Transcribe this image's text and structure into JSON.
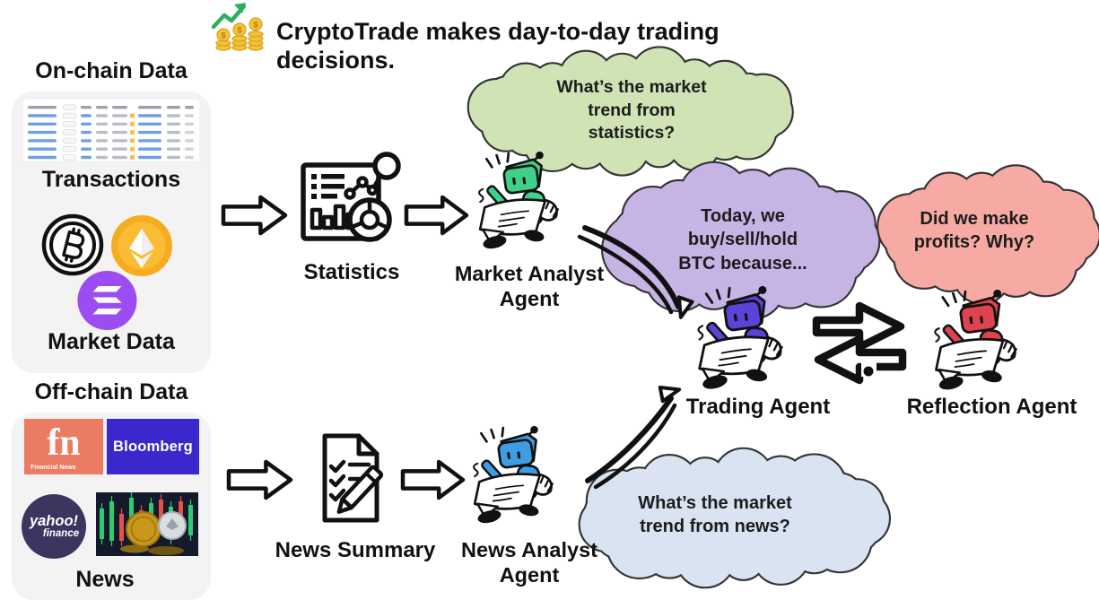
{
  "title": {
    "text": "CryptoTrade makes day-to-day trading decisions."
  },
  "on_chain": {
    "header": "On-chain Data",
    "transactions_label": "Transactions",
    "market_data_label": "Market Data"
  },
  "off_chain": {
    "header": "Off-chain Data",
    "news_label": "News",
    "logos": {
      "fn_text": "fn",
      "fn_caption": "Financial News",
      "bloomberg_text": "Bloomberg",
      "yahoo_text": "yahoo!",
      "yahoo_subtext": "finance"
    }
  },
  "pipeline": {
    "statistics_label": "Statistics",
    "news_summary_label": "News Summary",
    "agents": {
      "market_analyst": {
        "line1": "Market Analyst",
        "line2": "Agent",
        "color": "#41d08c"
      },
      "news_analyst": {
        "line1": "News Analyst",
        "line2": "Agent",
        "color": "#3f9de2"
      },
      "trading": {
        "label": "Trading Agent",
        "color": "#5a43d6"
      },
      "reflection": {
        "label": "Reflection Agent",
        "color": "#de4350"
      }
    }
  },
  "clouds": {
    "statistics": {
      "fill": "#cfe3b4",
      "lines": [
        "What’s the market",
        "trend from",
        "statistics?"
      ]
    },
    "decision": {
      "fill": "#c6b4e4",
      "lines": [
        "Today, we",
        "buy/sell/hold",
        "BTC because..."
      ]
    },
    "reflection": {
      "fill": "#f7aaa3",
      "lines": [
        "Did we make",
        "profits? Why?"
      ]
    },
    "news": {
      "fill": "#d9e3f1",
      "lines": [
        "What’s the market",
        "trend from news?"
      ]
    }
  },
  "colors": {
    "eth_gold": "#f6ac1f",
    "sol_purple": "#9b4df1",
    "bitcoin_outline": "#111111",
    "growth_arrow_green": "#2fae62",
    "coin_gold": "#f2c23a",
    "fn_bg": "#ec7b64",
    "bloomberg_bg": "#3a28cc",
    "yahoo_bg": "#3b3560"
  }
}
